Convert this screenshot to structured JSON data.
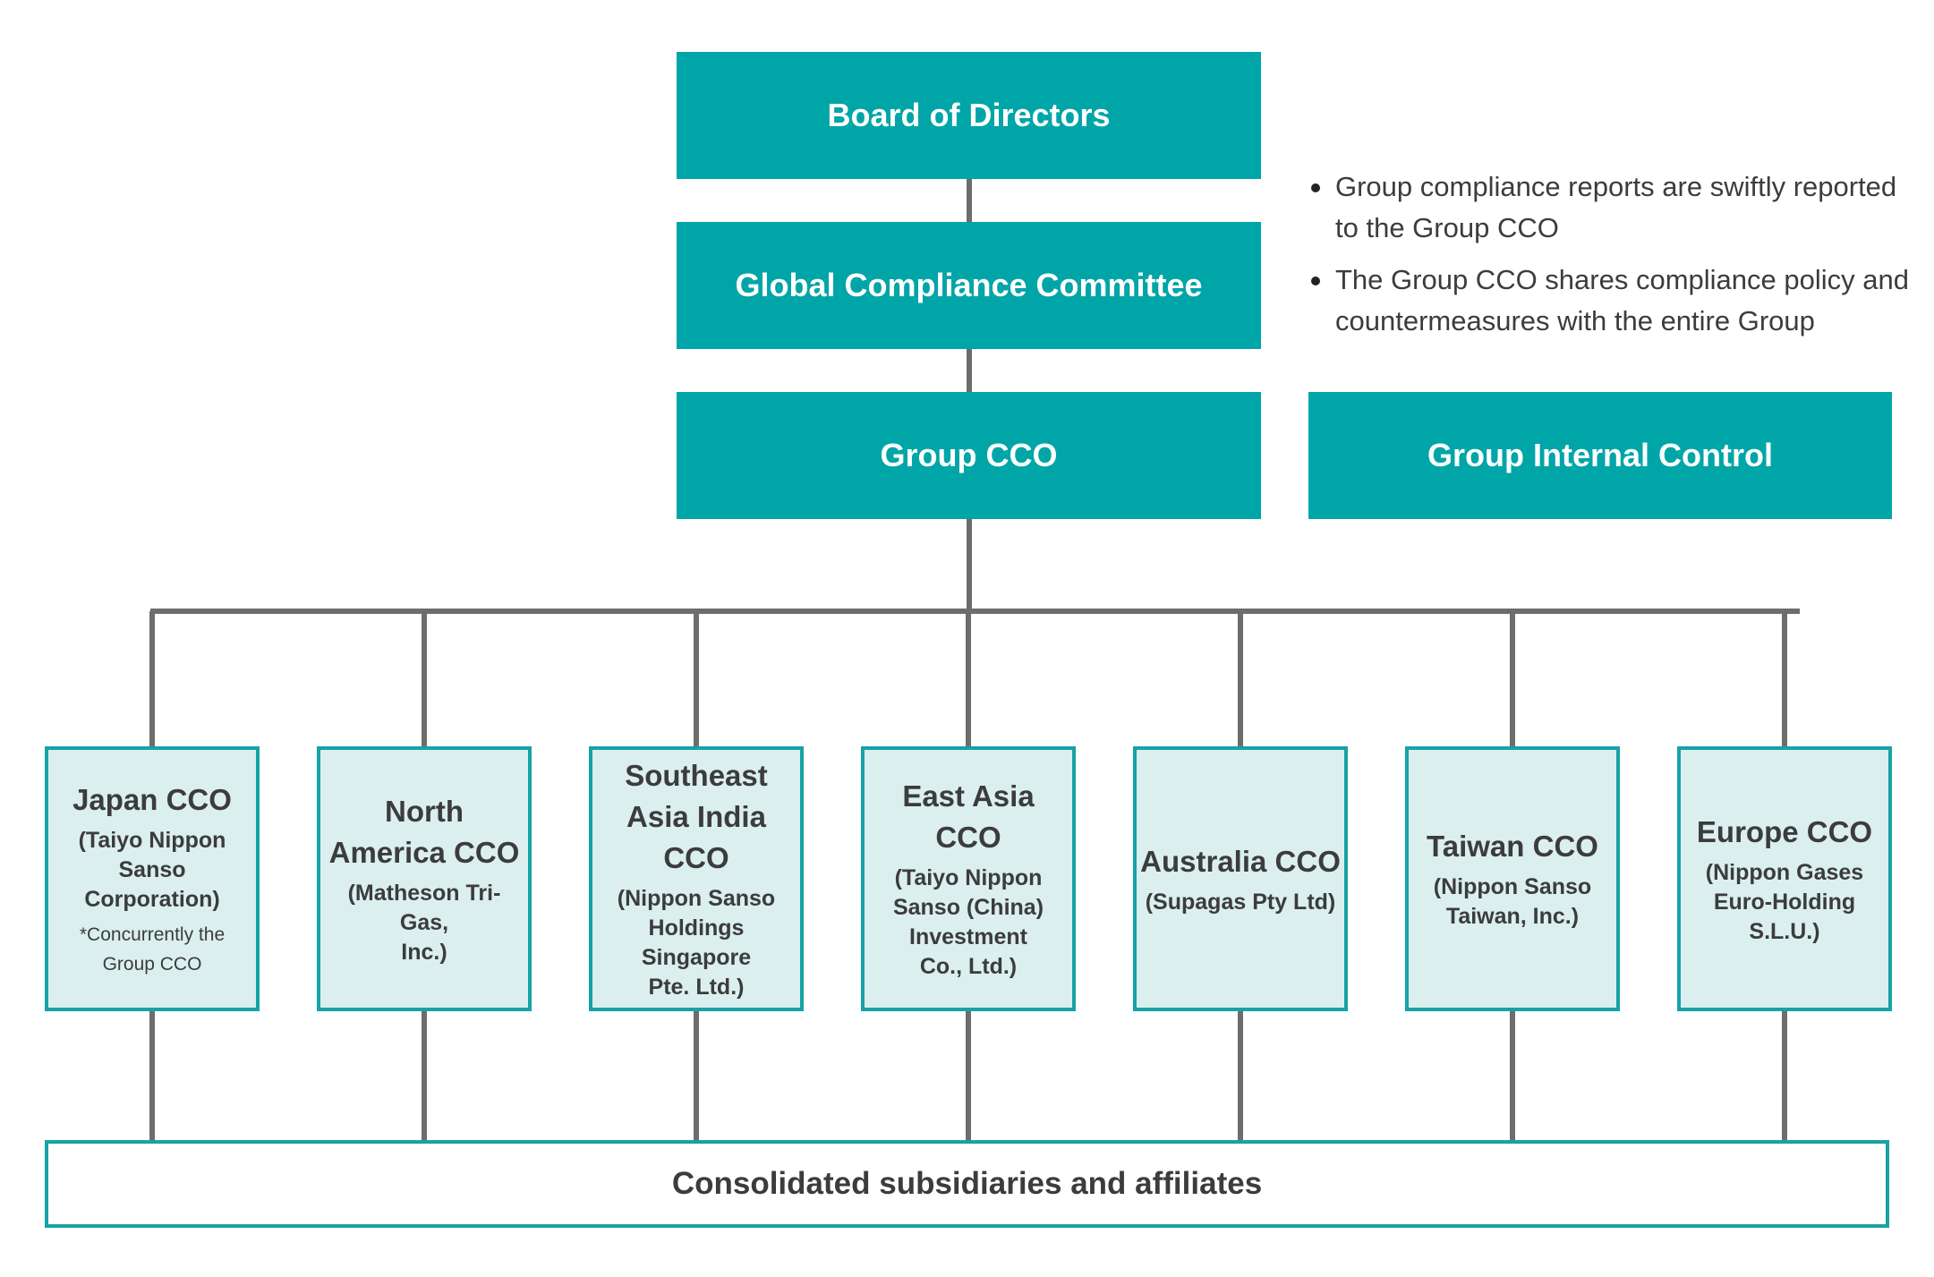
{
  "top_boxes": {
    "board": "Board of Directors",
    "committee": "Global Compliance Committee",
    "group_cco": "Group CCO",
    "internal_control": "Group Internal Control"
  },
  "notes": [
    "Group compliance reports are swiftly reported to the Group CCO",
    "The Group CCO shares compliance policy and countermeasures with the entire Group"
  ],
  "regional_ccos": [
    {
      "title": [
        "Japan CCO"
      ],
      "entity": [
        "(Taiyo Nippon",
        "Sanso Corporation)"
      ],
      "note": [
        "*Concurrently the",
        "Group CCO"
      ]
    },
    {
      "title": [
        "North",
        "America CCO"
      ],
      "entity": [
        "(Matheson Tri-Gas,",
        "Inc.)"
      ]
    },
    {
      "title": [
        "Southeast",
        "Asia India",
        "CCO"
      ],
      "entity": [
        "(Nippon Sanso",
        "Holdings Singapore",
        "Pte. Ltd.)"
      ]
    },
    {
      "title": [
        "East Asia CCO"
      ],
      "entity": [
        "(Taiyo Nippon",
        "Sanso (China)",
        "Investment",
        "Co., Ltd.)"
      ]
    },
    {
      "title": [
        "Australia CCO"
      ],
      "entity": [
        "(Supagas Pty Ltd)"
      ]
    },
    {
      "title": [
        "Taiwan CCO"
      ],
      "entity": [
        "(Nippon Sanso",
        "Taiwan, Inc.)"
      ]
    },
    {
      "title": [
        "Europe CCO"
      ],
      "entity": [
        "(Nippon Gases",
        "Euro-Holding",
        "S.L.U.)"
      ]
    }
  ],
  "bottom_box": "Consolidated subsidiaries and affiliates",
  "colors": {
    "teal_box": "#00a5a8",
    "light_box_fill": "#dbefef",
    "box_border": "#16a3a6",
    "connector": "#6d6d6d",
    "text": "#3c3c3c"
  }
}
